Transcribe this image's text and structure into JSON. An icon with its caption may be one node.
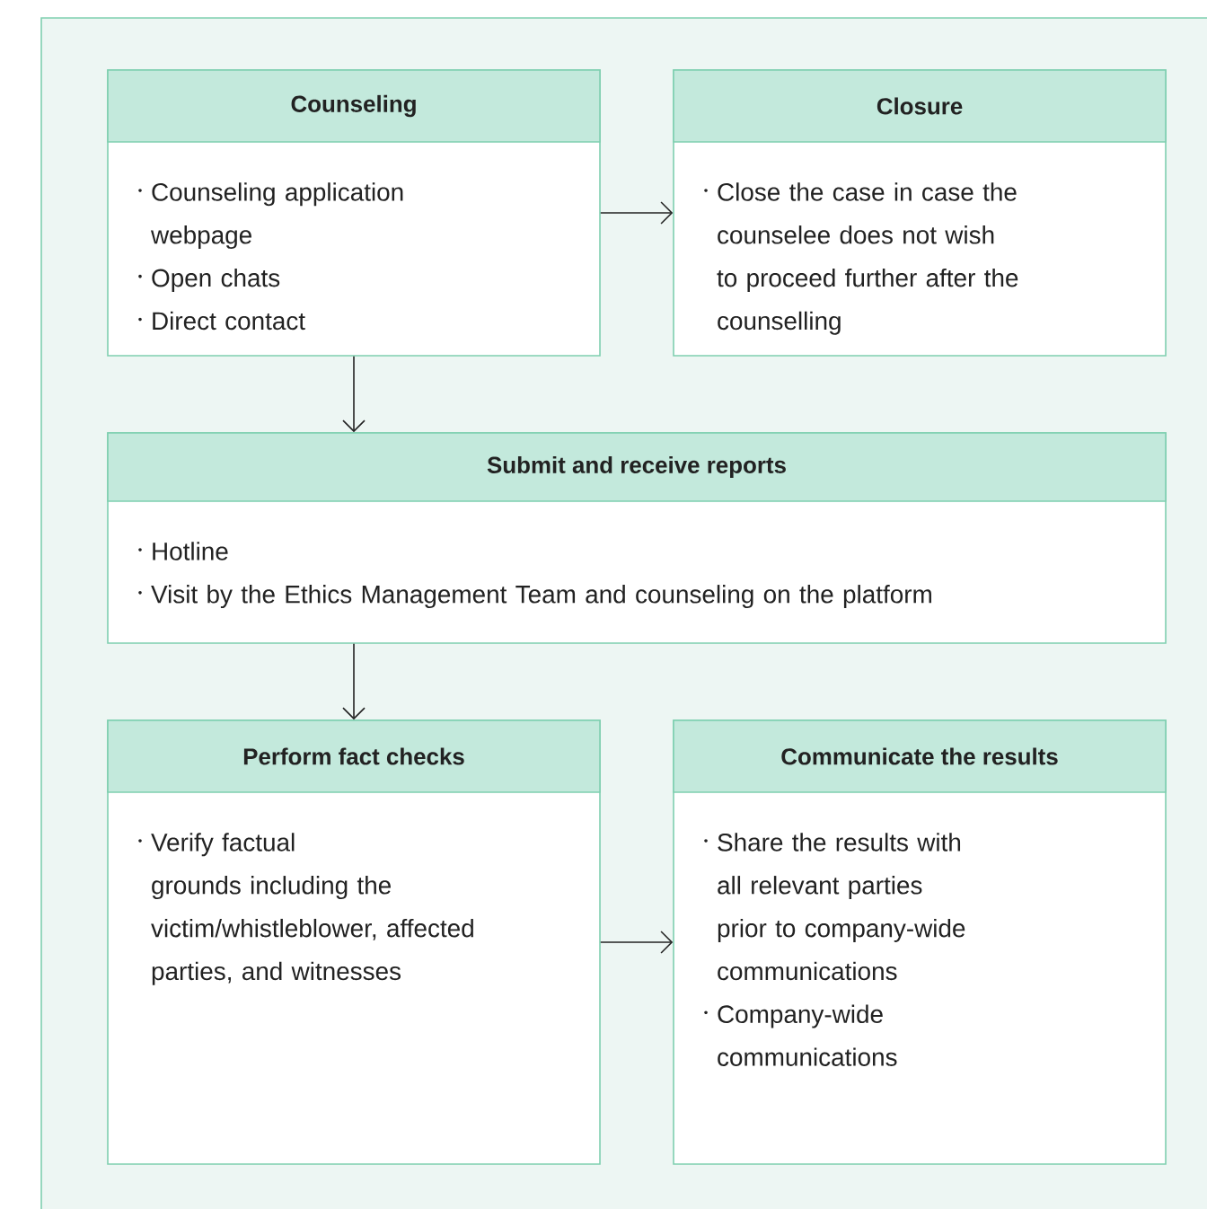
{
  "diagram": {
    "nodes": [
      {
        "text": [
          "Counseling",
          "Counseling application webpage",
          "Open chats",
          "Direct contact"
        ]
      },
      {
        "text": [
          "Closure",
          "Close the case in case the counselee does not wish to proceed further after the counselling"
        ]
      },
      {
        "text": [
          "Submit and receive reports",
          "Hotline",
          "Visit by the Ethics Management Team and counseling on the platform"
        ]
      },
      {
        "text": [
          "Perform fact checks",
          "Verify factual grounds including the victim/whistleblower, affected parties, and witnesses"
        ]
      },
      {
        "text": [
          "Communicate the results",
          "Share the results with all relevant parties prior to company-wide communications",
          "Company-wide communications"
        ]
      }
    ],
    "edges": [
      {
        "from": 0,
        "to": 1,
        "arrow": "to"
      },
      {
        "from": 0,
        "to": 2,
        "arrow": "to"
      },
      {
        "from": 2,
        "to": 3,
        "arrow": "to"
      },
      {
        "from": 3,
        "to": 4,
        "arrow": "to"
      }
    ]
  }
}
